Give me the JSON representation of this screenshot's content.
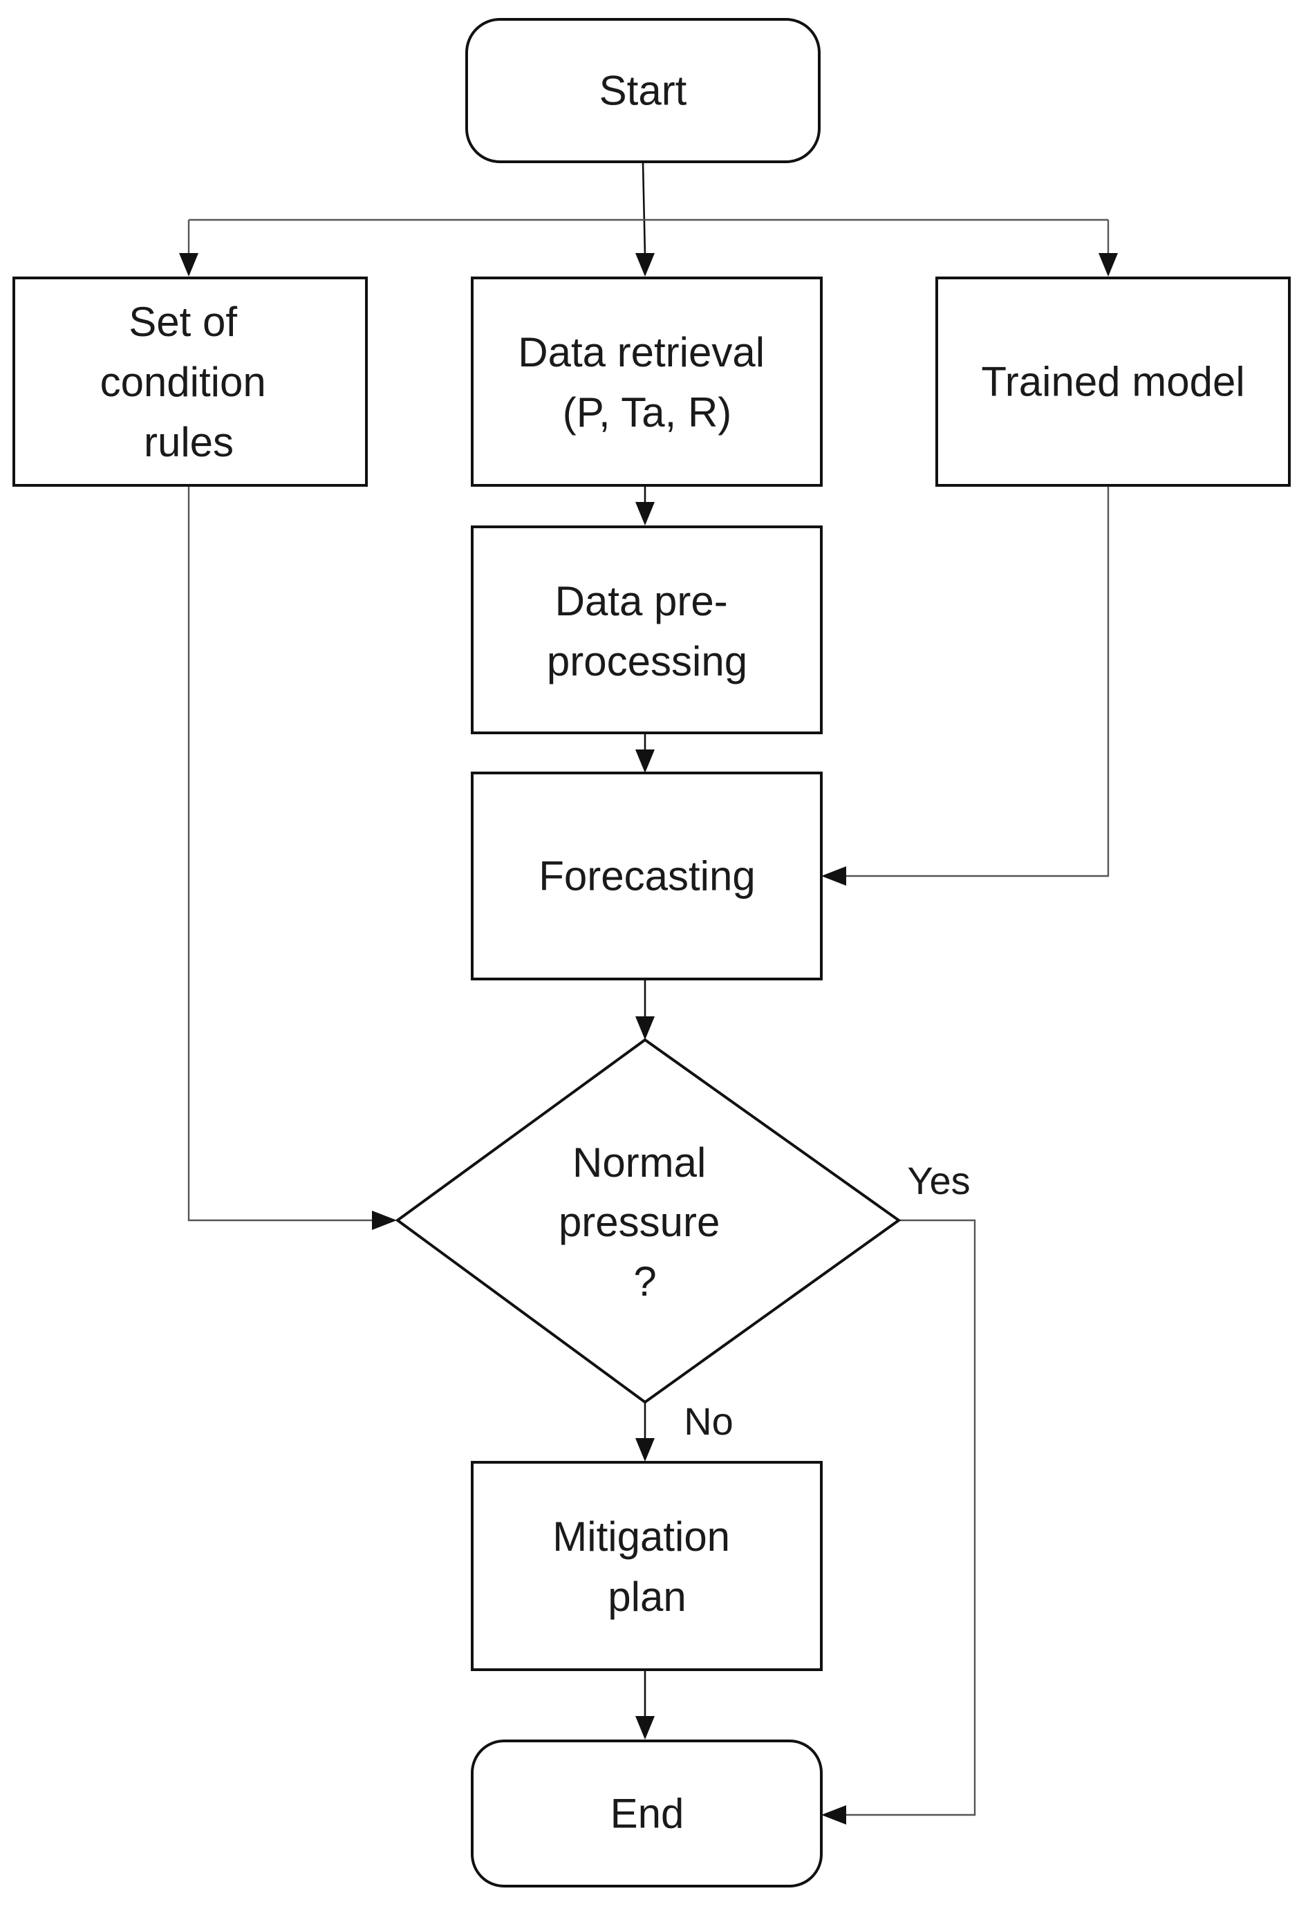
{
  "nodes": {
    "start": {
      "label": "Start"
    },
    "rules": {
      "lines": [
        "Set of",
        "condition",
        "rules"
      ]
    },
    "retrieval": {
      "lines": [
        "Data retrieval",
        "(P, Ta, R)"
      ]
    },
    "model": {
      "label": "Trained model"
    },
    "preprocessing": {
      "lines": [
        "Data pre-",
        "processing"
      ]
    },
    "forecasting": {
      "label": "Forecasting"
    },
    "decision": {
      "lines": [
        "Normal",
        "pressure",
        "?"
      ]
    },
    "mitigation": {
      "lines": [
        "Mitigation",
        "plan"
      ]
    },
    "end": {
      "label": "End"
    }
  },
  "edges": {
    "yes_label": "Yes",
    "no_label": "No"
  },
  "colors": {
    "stroke": "#111111",
    "connector": "#555555",
    "background": "#ffffff"
  }
}
